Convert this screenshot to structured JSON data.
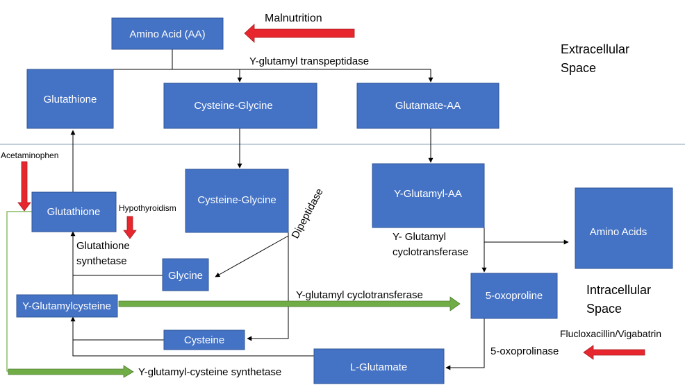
{
  "colors": {
    "box_fill": "#4472c4",
    "box_stroke": "#2f5597",
    "red_arrow": "#e8262d",
    "green_arrow": "#70ad47",
    "divider": "#9db3c8"
  },
  "regions": {
    "extracellular_line1": "Extracellular",
    "extracellular_line2": "Space",
    "intracellular_line1": "Intracellular",
    "intracellular_line2": "Space"
  },
  "boxes": {
    "amino_acid": "Amino Acid (AA)",
    "glutathione_extra": "Glutathione",
    "cysteine_glycine_extra": "Cysteine-Glycine",
    "glutamate_aa": "Glutamate-AA",
    "cysteine_glycine_intra": "Cysteine-Glycine",
    "y_glutamyl_aa": "Y-Glutamyl-AA",
    "amino_acids": "Amino Acids",
    "glutathione_intra": "Glutathione",
    "glycine": "Glycine",
    "y_glutamylcysteine": "Y-Glutamylcysteine",
    "five_oxoproline": "5-oxoproline",
    "cysteine": "Cysteine",
    "l_glutamate": "L-Glutamate"
  },
  "labels": {
    "malnutrition": "Malnutrition",
    "y_glutamyl_transpeptidase": "Y-glutamyl transpeptidase",
    "acetaminophen": "Acetaminophen",
    "hypothyroidism": "Hypothyroidism",
    "glutathione_synthetase_line1": "Glutathione",
    "glutathione_synthetase_line2": "synthetase",
    "dipeptidase": "Dipeptidase",
    "y_glutamyl_cyclotransferase_a_line1": "Y- Glutamyl",
    "y_glutamyl_cyclotransferase_a_line2": "cyclotransferase",
    "y_glutamyl_cyclotransferase_b": "Y-glutamyl cyclotransferase",
    "flucloxacillin_vigabatrin": "Flucloxacillin/Vigabatrin",
    "five_oxoprolinase": "5-oxoprolinase",
    "y_glutamyl_cysteine_synthetase": "Y-glutamyl-cysteine synthetase"
  }
}
